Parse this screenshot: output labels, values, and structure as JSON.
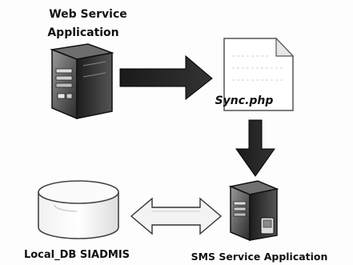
{
  "diagram": {
    "nodes": {
      "web_service": {
        "label_line1": "Web Service",
        "label_line2": "Application"
      },
      "sync_file": {
        "label": "Sync.php"
      },
      "sms_service": {
        "label": "SMS Service Application"
      },
      "local_db": {
        "label": "Local_DB SIADMIS"
      }
    }
  }
}
